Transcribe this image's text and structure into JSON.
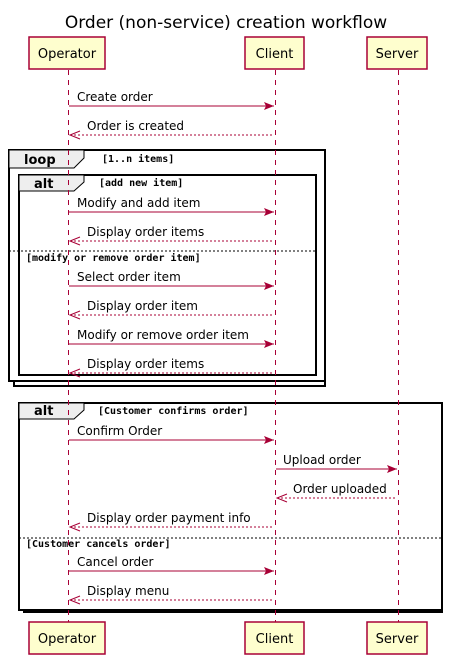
{
  "title": "Order (non-service) creation workflow",
  "participants": [
    {
      "id": "operator",
      "label": "Operator"
    },
    {
      "id": "client",
      "label": "Client"
    },
    {
      "id": "server",
      "label": "Server"
    }
  ],
  "messages": [
    {
      "id": "m1",
      "text": "Create order",
      "from": "operator",
      "to": "client",
      "kind": "sync"
    },
    {
      "id": "m2",
      "text": "Order is created",
      "from": "client",
      "to": "operator",
      "kind": "return"
    },
    {
      "id": "m3",
      "text": "Modify and add item",
      "from": "operator",
      "to": "client",
      "kind": "sync"
    },
    {
      "id": "m4",
      "text": "Display order items",
      "from": "client",
      "to": "operator",
      "kind": "return"
    },
    {
      "id": "m5",
      "text": "Select order item",
      "from": "operator",
      "to": "client",
      "kind": "sync"
    },
    {
      "id": "m6",
      "text": "Display order item",
      "from": "client",
      "to": "operator",
      "kind": "return"
    },
    {
      "id": "m7",
      "text": "Modify or remove order item",
      "from": "operator",
      "to": "client",
      "kind": "sync"
    },
    {
      "id": "m8",
      "text": "Display order items",
      "from": "client",
      "to": "operator",
      "kind": "return"
    },
    {
      "id": "m9",
      "text": "Confirm Order",
      "from": "operator",
      "to": "client",
      "kind": "sync"
    },
    {
      "id": "m10",
      "text": "Upload order",
      "from": "client",
      "to": "server",
      "kind": "sync"
    },
    {
      "id": "m11",
      "text": "Order uploaded",
      "from": "server",
      "to": "client",
      "kind": "return"
    },
    {
      "id": "m12",
      "text": "Display order payment info",
      "from": "client",
      "to": "operator",
      "kind": "return"
    },
    {
      "id": "m13",
      "text": "Cancel order",
      "from": "operator",
      "to": "client",
      "kind": "sync"
    },
    {
      "id": "m14",
      "text": "Display menu",
      "from": "client",
      "to": "operator",
      "kind": "return"
    }
  ],
  "fragments": [
    {
      "id": "loop",
      "keyword": "loop",
      "guard": "[1..n items]"
    },
    {
      "id": "alt_items",
      "keyword": "alt",
      "guard": "[add new item]",
      "else_guard": "[modify or remove order item]"
    },
    {
      "id": "alt_confirm",
      "keyword": "alt",
      "guard": "[Customer confirms order]",
      "else_guard": "[Customer cancels order]"
    }
  ]
}
